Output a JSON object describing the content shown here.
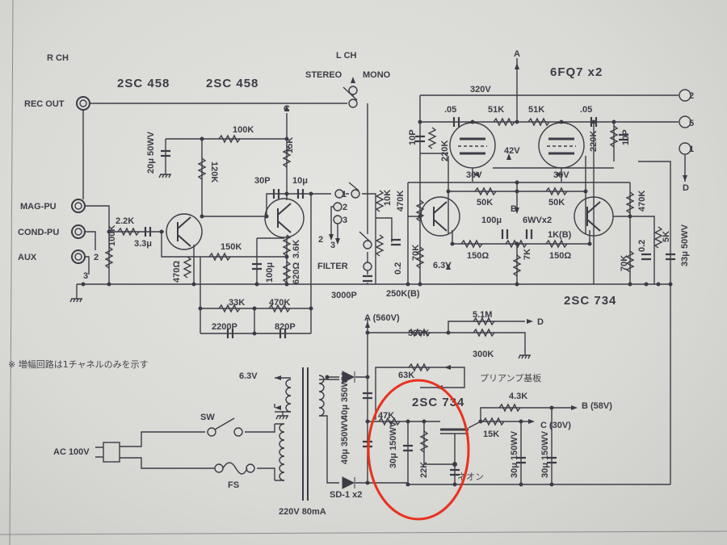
{
  "title": {
    "rch": "R CH",
    "lch": "L CH",
    "t1": "2SC 458",
    "t2": "2SC 458",
    "tubes": "6FQ7 x2",
    "t3": "2SC 734",
    "t4": "2SC 734"
  },
  "io": {
    "rec_out": "REC OUT",
    "mag_pu": "MAG-PU",
    "cond_pu": "COND-PU",
    "aux": "AUX",
    "stereo": "STEREO",
    "mono": "MONO",
    "filter": "FILTER",
    "out2": "2",
    "out5": "5",
    "out1": "1",
    "d_out": "D",
    "c_top": "C",
    "a_top": "A",
    "sw1": "1",
    "sw2": "2",
    "sw3": "3",
    "arr2": "2",
    "arr3": "3",
    "in2": "2",
    "in3": "3"
  },
  "pre": {
    "r100k": "100K",
    "c20u": "20μ 50WV",
    "r120k": "120K",
    "r15k": "15K",
    "c30p": "30P",
    "c10u": "10μ",
    "r2_2k": "2.2K",
    "c3_3u": "3.3μ",
    "r100k_in": "100K",
    "r150k": "150K",
    "r470": "470Ω",
    "c100u": "100μ",
    "r3_6k": "3.6K",
    "r620": "620Ω",
    "r33k": "33K",
    "r470k": "470K",
    "c2200p": "2200P",
    "c820p": "820P",
    "c3000p": "3000P",
    "pot250k": "250K(B)",
    "c0_2": "0.2",
    "r10k": "10K",
    "r470k_b": "470K"
  },
  "amp": {
    "v320": "320V",
    "c05a": ".05",
    "r51ka": "51K",
    "r51kb": "51K",
    "c05b": ".05",
    "c10pa": "10P",
    "r220ka": "220K",
    "r220kb": "220K",
    "c10pb": "10P",
    "v42": "42V",
    "v30a": "30V",
    "v30b": "30V",
    "r50ka": "50K",
    "r50kb": "50K",
    "b": "B",
    "c100u": "100μ",
    "c6wv": "6WVx2",
    "pot1k": "1K(B)",
    "r150a": "150Ω",
    "r150b": "150Ω",
    "r7k": "7K",
    "v6_3": "6.3V",
    "r470k": "470K",
    "r70ka": "70K",
    "r70kb": "70K",
    "c0_2": "0.2",
    "r5k": "5K",
    "c33u": "33μ 50WV"
  },
  "note": "※ 増幅回路は1チャネルのみを示す",
  "power": {
    "a560": "A (560V)",
    "r390k": "390K",
    "r5_1m": "5.1M",
    "d": "D",
    "r300k": "300K",
    "r63k": "63K",
    "preamp_board": "プリアンプ基板",
    "v6_3": "6.3V",
    "sw": "SW",
    "ac": "AC 100V",
    "fs": "FS",
    "trans": "220V 80mA",
    "c40a": "40μ 350WV",
    "c40b": "40μ 350WV",
    "diodes": "SD-1 x2",
    "r47k": "47K",
    "c30a": "30μ 150WV",
    "r22k": "22K",
    "neon": "ネオン",
    "r4_3k": "4.3K",
    "b58": "B (58V)",
    "r15k": "15K",
    "c30v": "C (30V)",
    "c30b": "30μ 150WV",
    "c30c": "30μ 150WV"
  },
  "colors": {
    "ink": "#3c3c46",
    "paper": "#dcdcd8",
    "highlight": "#e8321e"
  }
}
